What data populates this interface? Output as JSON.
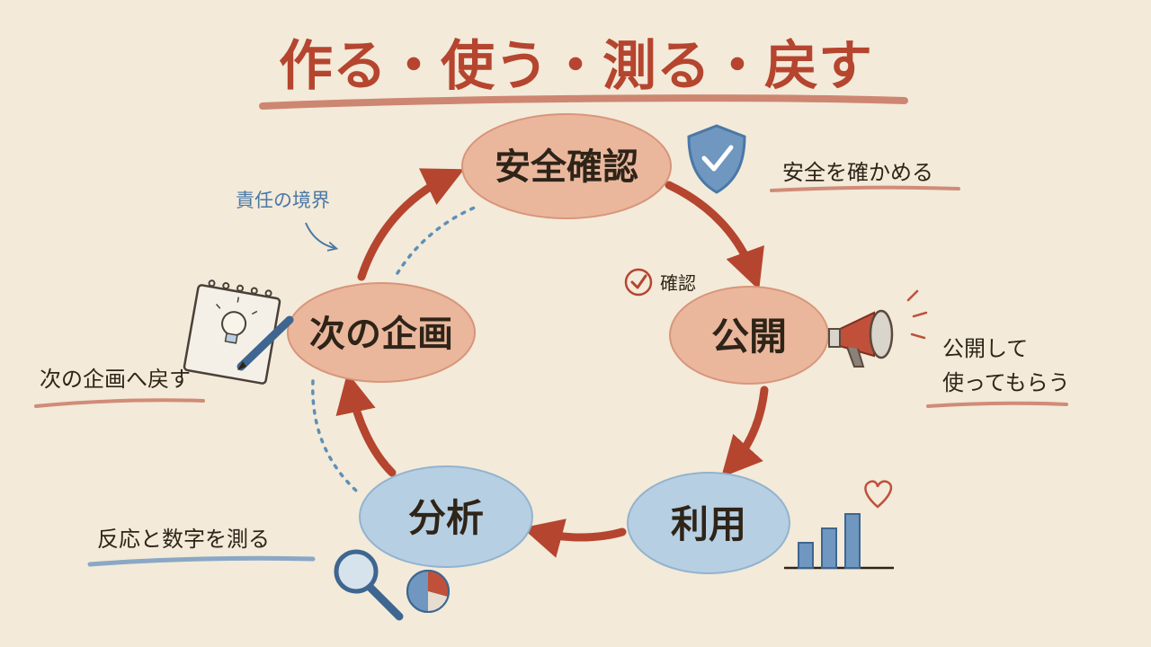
{
  "title": "作る・使う・測る・戻す",
  "colors": {
    "background": "#f3ead9",
    "red": "#b5452f",
    "blue": "#5f8fb8",
    "text": "#2e2418",
    "node_red_fill": "#eab79d",
    "node_blue_fill": "#b7cfe2"
  },
  "nodes": [
    {
      "id": "safety",
      "label": "安全確認",
      "tone": "red"
    },
    {
      "id": "publish",
      "label": "公開",
      "tone": "red"
    },
    {
      "id": "use",
      "label": "利用",
      "tone": "blue"
    },
    {
      "id": "analyze",
      "label": "分析",
      "tone": "blue"
    },
    {
      "id": "next",
      "label": "次の企画",
      "tone": "red"
    }
  ],
  "notes": {
    "safety": "安全を確かめる",
    "publish_line1": "公開して",
    "publish_line2": "使ってもらう",
    "analyze": "反応と数字を測る",
    "next": "次の企画へ戻す",
    "boundary": "責任の境界",
    "check": "確認"
  },
  "icons": [
    "shield-check-icon",
    "megaphone-icon",
    "bar-chart-heart-icon",
    "magnifier-icon",
    "pie-chart-icon",
    "notepad-lightbulb-icon",
    "check-circle-icon"
  ]
}
